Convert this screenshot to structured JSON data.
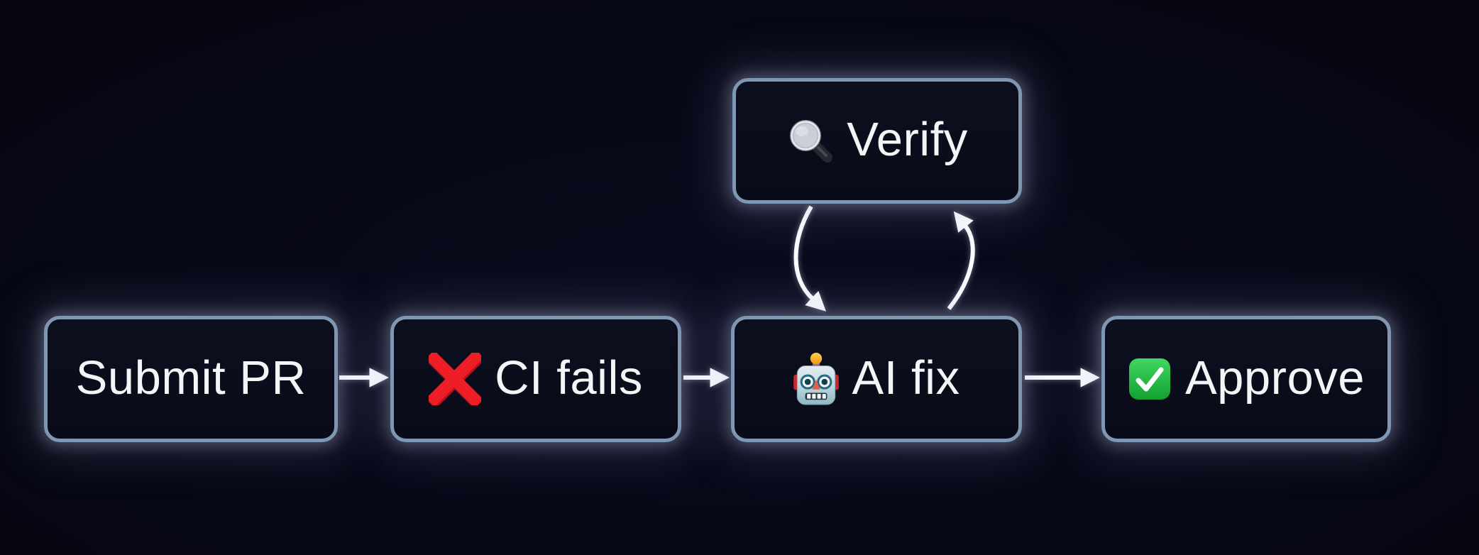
{
  "diagram": {
    "type": "flowchart",
    "background_color": "#070817",
    "node_fill": "#0a0d1b",
    "node_border_color": "#7f97b3",
    "node_glow_color": "#cdd6f3",
    "text_color": "#f4f5f7",
    "arrow_color": "#fbfcfe"
  },
  "nodes": {
    "submit_pr": {
      "label": "Submit PR",
      "icon": null
    },
    "ci_fails": {
      "label": "CI fails",
      "icon": "cross-mark",
      "icon_color": "#ef1d25"
    },
    "ai_fix": {
      "label": "AI fix",
      "icon": "robot",
      "icon_color": "#a9ccd5"
    },
    "approve": {
      "label": "Approve",
      "icon": "check-mark",
      "icon_color": "#2bc94a"
    },
    "verify": {
      "label": "Verify",
      "icon": "magnifying-glass",
      "icon_color": "#c7c9d0"
    }
  },
  "edges": [
    {
      "from": "submit_pr",
      "to": "ci_fails",
      "style": "straight-arrow"
    },
    {
      "from": "ci_fails",
      "to": "ai_fix",
      "style": "straight-arrow"
    },
    {
      "from": "ai_fix",
      "to": "approve",
      "style": "straight-arrow"
    },
    {
      "from": "verify",
      "to": "ai_fix",
      "style": "curved-arrow-left"
    },
    {
      "from": "ai_fix",
      "to": "verify",
      "style": "curved-arrow-right"
    }
  ]
}
